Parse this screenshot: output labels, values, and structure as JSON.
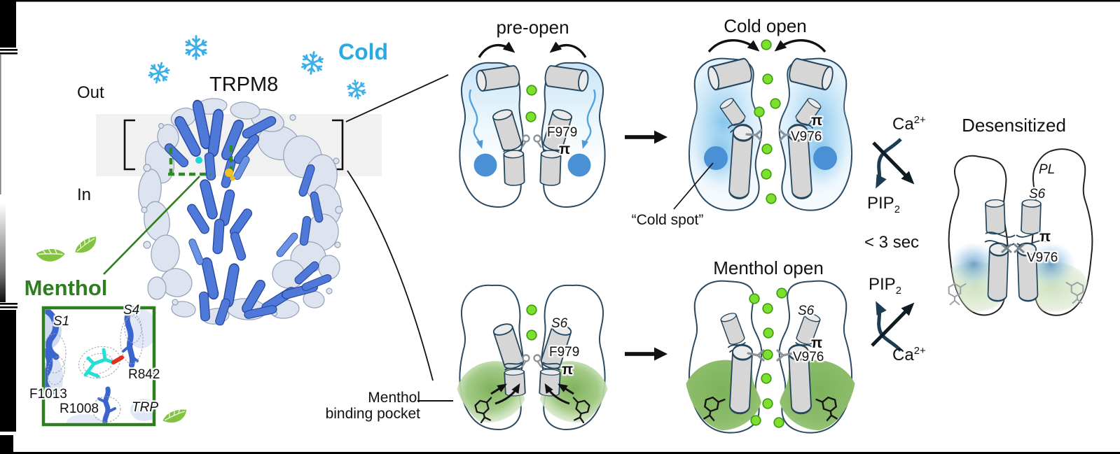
{
  "figure": {
    "cold_label": "Cold",
    "protein_label": "TRPM8",
    "out_label": "Out",
    "in_label": "In",
    "menthol_label": "Menthol"
  },
  "inset": {
    "s1": "S1",
    "s4": "S4",
    "r842": "R842",
    "f1013": "F1013",
    "r1008": "R1008",
    "trp": "TRP"
  },
  "states": {
    "pre_open": {
      "title": "pre-open",
      "f979": "F979",
      "pi": "π"
    },
    "cold_open": {
      "title": "Cold open",
      "pi": "π",
      "v976": "V976",
      "cold_spot": "“Cold spot”"
    },
    "menthol_closed": {
      "s6": "S6",
      "f979": "F979",
      "pi": "π",
      "pocket_label_line1": "Menthol",
      "pocket_label_line2": "binding pocket"
    },
    "menthol_open": {
      "title": "Menthol open",
      "s6": "S6",
      "pi": "π",
      "v976": "V976"
    },
    "desensitized": {
      "title": "Desensitized",
      "pl": "PL",
      "s6": "S6",
      "pi": "π",
      "v976": "V976"
    }
  },
  "transitions": {
    "ca_base": "Ca",
    "ca_sup": "2+",
    "pip_base": "PIP",
    "pip_sub": "2",
    "time_label": "< 3 sec"
  },
  "colors": {
    "cold_blue": "#29abe2",
    "snowflake_blue": "#3cb0e6",
    "menthol_green": "#2e7d1f",
    "leaf_green": "#82c341",
    "ion_green": "#7ee02e",
    "glow_blue": "#8fc8ec",
    "cold_spot_blue": "#4a90d5",
    "pocket_green": "#8abc6d",
    "helix_gray": "#d6d6d6",
    "outline_navy": "#24455c",
    "structure_blue": "#4f79d9",
    "density_gray": "#dde4f0",
    "navy_arrow": "#1c3c54"
  }
}
